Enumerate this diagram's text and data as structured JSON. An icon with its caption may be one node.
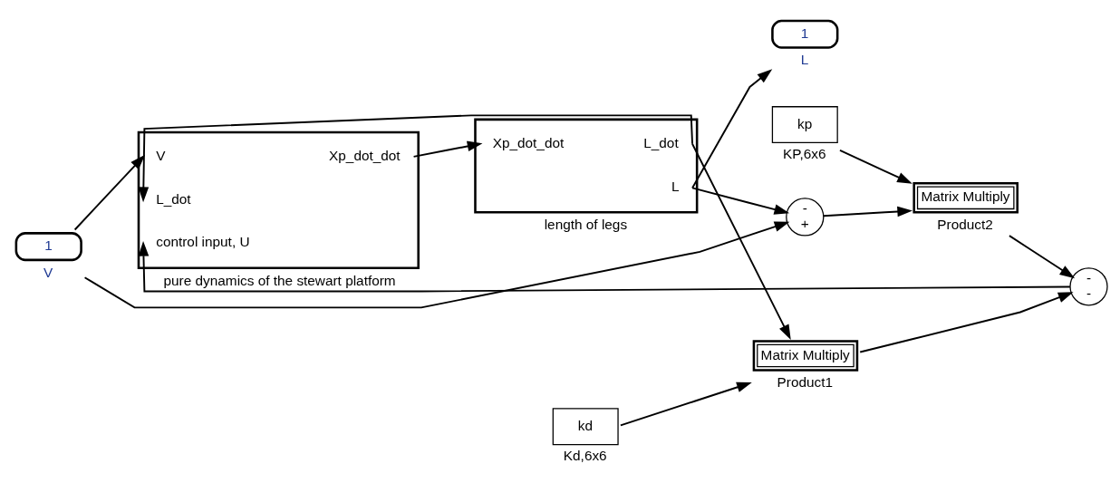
{
  "diagram": {
    "nodes": [
      {
        "text": [
          "1"
        ],
        "beside": [
          "V"
        ]
      },
      {
        "text": [
          "V",
          "L_dot",
          "control input, U",
          "Xp_dot_dot"
        ],
        "beside": [
          "pure dynamics of the stewart platform"
        ]
      },
      {
        "text": [
          "Xp_dot_dot",
          "L_dot",
          "L"
        ],
        "beside": [
          "length of legs"
        ]
      },
      {
        "text": [
          "1"
        ],
        "beside": [
          "L"
        ]
      },
      {
        "text": [
          "-",
          "+"
        ]
      },
      {
        "text": [
          "kp"
        ],
        "beside": [
          "KP,6x6"
        ]
      },
      {
        "text": [
          "Matrix Multiply"
        ],
        "beside": [
          "Product2"
        ]
      },
      {
        "text": [
          "-",
          "-"
        ]
      },
      {
        "text": [
          "kd"
        ],
        "beside": [
          "Kd,6x6"
        ]
      },
      {
        "text": [
          "Matrix Multiply"
        ],
        "beside": [
          "Product1"
        ]
      }
    ],
    "edges": [
      {
        "from": 0,
        "to": 1,
        "arrow": "to"
      },
      {
        "from": 0,
        "to": 4,
        "arrow": "to"
      },
      {
        "from": 1,
        "to": 2,
        "arrow": "to"
      },
      {
        "from": 2,
        "to": 1,
        "arrow": "to"
      },
      {
        "from": 2,
        "to": 9,
        "arrow": "to"
      },
      {
        "from": 2,
        "to": 3,
        "arrow": "to"
      },
      {
        "from": 2,
        "to": 4,
        "arrow": "to"
      },
      {
        "from": 4,
        "to": 6,
        "arrow": "to"
      },
      {
        "from": 5,
        "to": 6,
        "arrow": "to"
      },
      {
        "from": 8,
        "to": 9,
        "arrow": "to"
      },
      {
        "from": 6,
        "to": 7,
        "arrow": "to"
      },
      {
        "from": 9,
        "to": 7,
        "arrow": "to"
      },
      {
        "from": 7,
        "to": 1,
        "arrow": "to"
      }
    ]
  }
}
